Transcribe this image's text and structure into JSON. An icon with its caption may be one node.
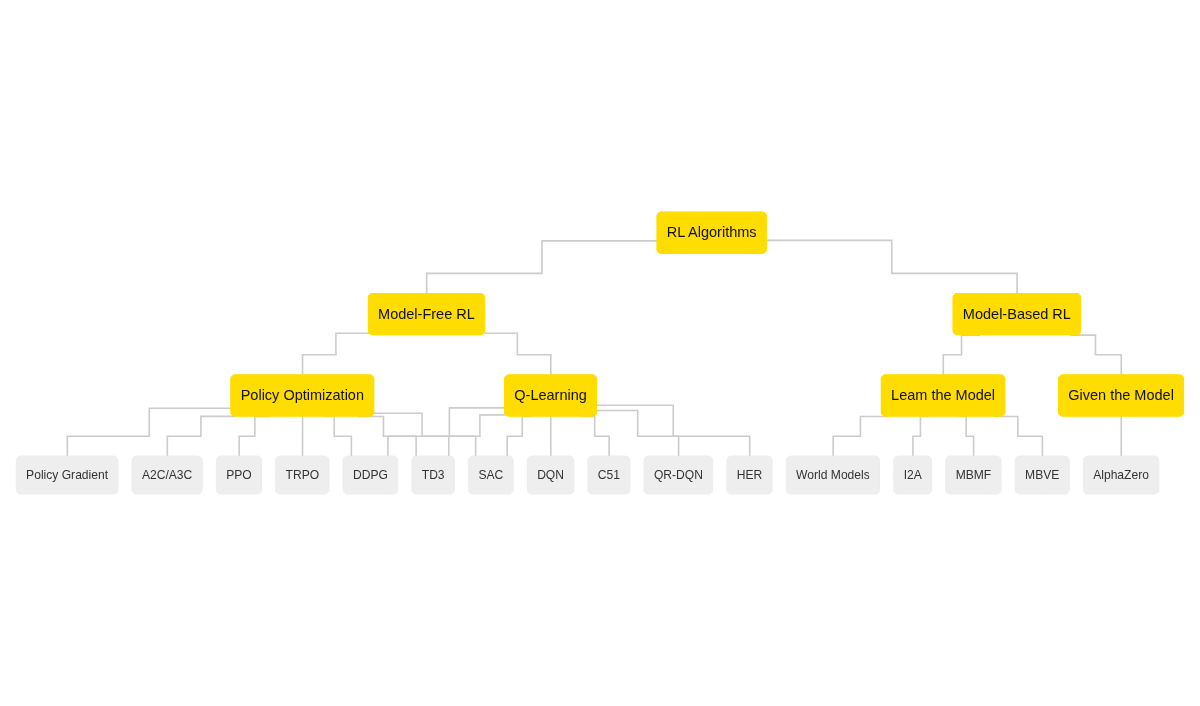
{
  "diagram": {
    "nodes": [
      {
        "text": [
          "RL Algorithms"
        ]
      },
      {
        "text": [
          "Model-Free RL"
        ]
      },
      {
        "text": [
          "Model-Based RL"
        ]
      },
      {
        "text": [
          "Policy Optimization"
        ]
      },
      {
        "text": [
          "Q-Learning"
        ]
      },
      {
        "text": [
          "Leam the Model"
        ]
      },
      {
        "text": [
          "Given the Model"
        ]
      },
      {
        "text": [
          "Policy Gradient"
        ]
      },
      {
        "text": [
          "A2C/A3C"
        ]
      },
      {
        "text": [
          "PPO"
        ]
      },
      {
        "text": [
          "TRPO"
        ]
      },
      {
        "text": [
          "DDPG"
        ]
      },
      {
        "text": [
          "TD3"
        ]
      },
      {
        "text": [
          "SAC"
        ]
      },
      {
        "text": [
          "DQN"
        ]
      },
      {
        "text": [
          "C51"
        ]
      },
      {
        "text": [
          "QR-DQN"
        ]
      },
      {
        "text": [
          "HER"
        ]
      },
      {
        "text": [
          "World Models"
        ]
      },
      {
        "text": [
          "I2A"
        ]
      },
      {
        "text": [
          "MBMF"
        ]
      },
      {
        "text": [
          "MBVE"
        ]
      },
      {
        "text": [
          "AlphaZero"
        ]
      }
    ],
    "edges": [
      {
        "from": 0,
        "to": 1,
        "arrow": "none"
      },
      {
        "from": 0,
        "to": 2,
        "arrow": "none"
      },
      {
        "from": 1,
        "to": 3,
        "arrow": "none"
      },
      {
        "from": 1,
        "to": 4,
        "arrow": "none"
      },
      {
        "from": 2,
        "to": 5,
        "arrow": "none"
      },
      {
        "from": 2,
        "to": 6,
        "arrow": "none"
      },
      {
        "from": 3,
        "to": 7,
        "arrow": "none"
      },
      {
        "from": 3,
        "to": 8,
        "arrow": "none"
      },
      {
        "from": 3,
        "to": 9,
        "arrow": "none"
      },
      {
        "from": 3,
        "to": 10,
        "arrow": "none"
      },
      {
        "from": 3,
        "to": 11,
        "arrow": "none"
      },
      {
        "from": 3,
        "to": 12,
        "arrow": "none"
      },
      {
        "from": 3,
        "to": 13,
        "arrow": "none"
      },
      {
        "from": 4,
        "to": 11,
        "arrow": "none"
      },
      {
        "from": 4,
        "to": 12,
        "arrow": "none"
      },
      {
        "from": 4,
        "to": 13,
        "arrow": "none"
      },
      {
        "from": 4,
        "to": 14,
        "arrow": "none"
      },
      {
        "from": 4,
        "to": 15,
        "arrow": "none"
      },
      {
        "from": 4,
        "to": 16,
        "arrow": "none"
      },
      {
        "from": 4,
        "to": 17,
        "arrow": "none"
      },
      {
        "from": 5,
        "to": 18,
        "arrow": "none"
      },
      {
        "from": 5,
        "to": 19,
        "arrow": "none"
      },
      {
        "from": 5,
        "to": 20,
        "arrow": "none"
      },
      {
        "from": 5,
        "to": 21,
        "arrow": "none"
      },
      {
        "from": 6,
        "to": 22,
        "arrow": "none"
      }
    ]
  }
}
